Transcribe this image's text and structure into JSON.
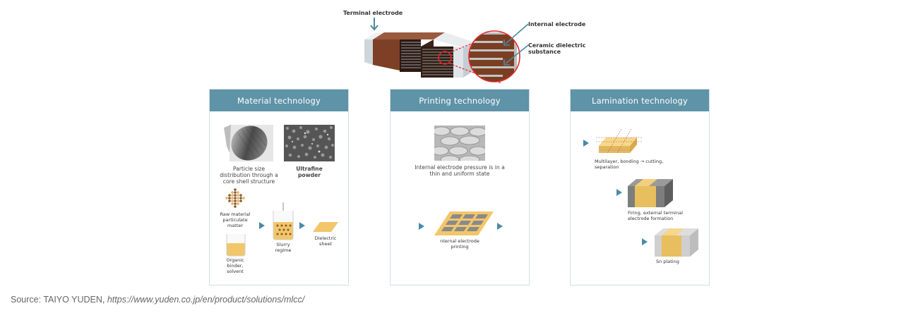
{
  "top": {
    "terminal_electrode_label": "Terminal electrode",
    "internal_electrode_label": "Internal electrode",
    "ceramic_label_line1": "Ceramic dielectric",
    "ceramic_label_line2": "substance",
    "colors": {
      "electrode_brown": "#7a3e22",
      "terminal_gray": "#d8dde0",
      "zoom_circle_red": "#e02a2a",
      "arrow_blue": "#4a8aa8"
    }
  },
  "cards": [
    {
      "title": "Material technology",
      "photo1_caption_lines": [
        "Particle size",
        "distribution through a",
        "core shell structure"
      ],
      "photo2_caption_lines": [
        "Ultrafine",
        "powder"
      ],
      "steps": {
        "raw_material_lines": [
          "Raw material",
          "particulate",
          "matter"
        ],
        "binder_lines": [
          "Organic",
          "binder,",
          "solvent"
        ],
        "slurry_lines": [
          "Slurry",
          "regime"
        ],
        "sheet_lines": [
          "Dielectric",
          "sheet"
        ]
      }
    },
    {
      "title": "Printing technology",
      "photo_caption_lines": [
        "Internal electrode pressure is in a",
        "thin and uniform state"
      ],
      "step_caption_lines": [
        "nternal electrode",
        "printing"
      ]
    },
    {
      "title": "Lamination technology",
      "step1_caption_lines": [
        "Multilayer, bonding → cutting,",
        "separation"
      ],
      "step2_caption_lines": [
        "Firing, external terminal",
        "electrode formation"
      ],
      "step3_caption_lines": [
        "Sn plating"
      ]
    }
  ],
  "colors": {
    "card_header": "#5f93a7",
    "card_border": "#cfe0e6",
    "accent_yellow": "#f2c66a",
    "process_arrow": "#4a8aa8"
  },
  "source": {
    "prefix": "Source: TAIYO YUDEN, ",
    "url_text": "https://www.yuden.co.jp/en/product/solutions/mlcc/"
  }
}
